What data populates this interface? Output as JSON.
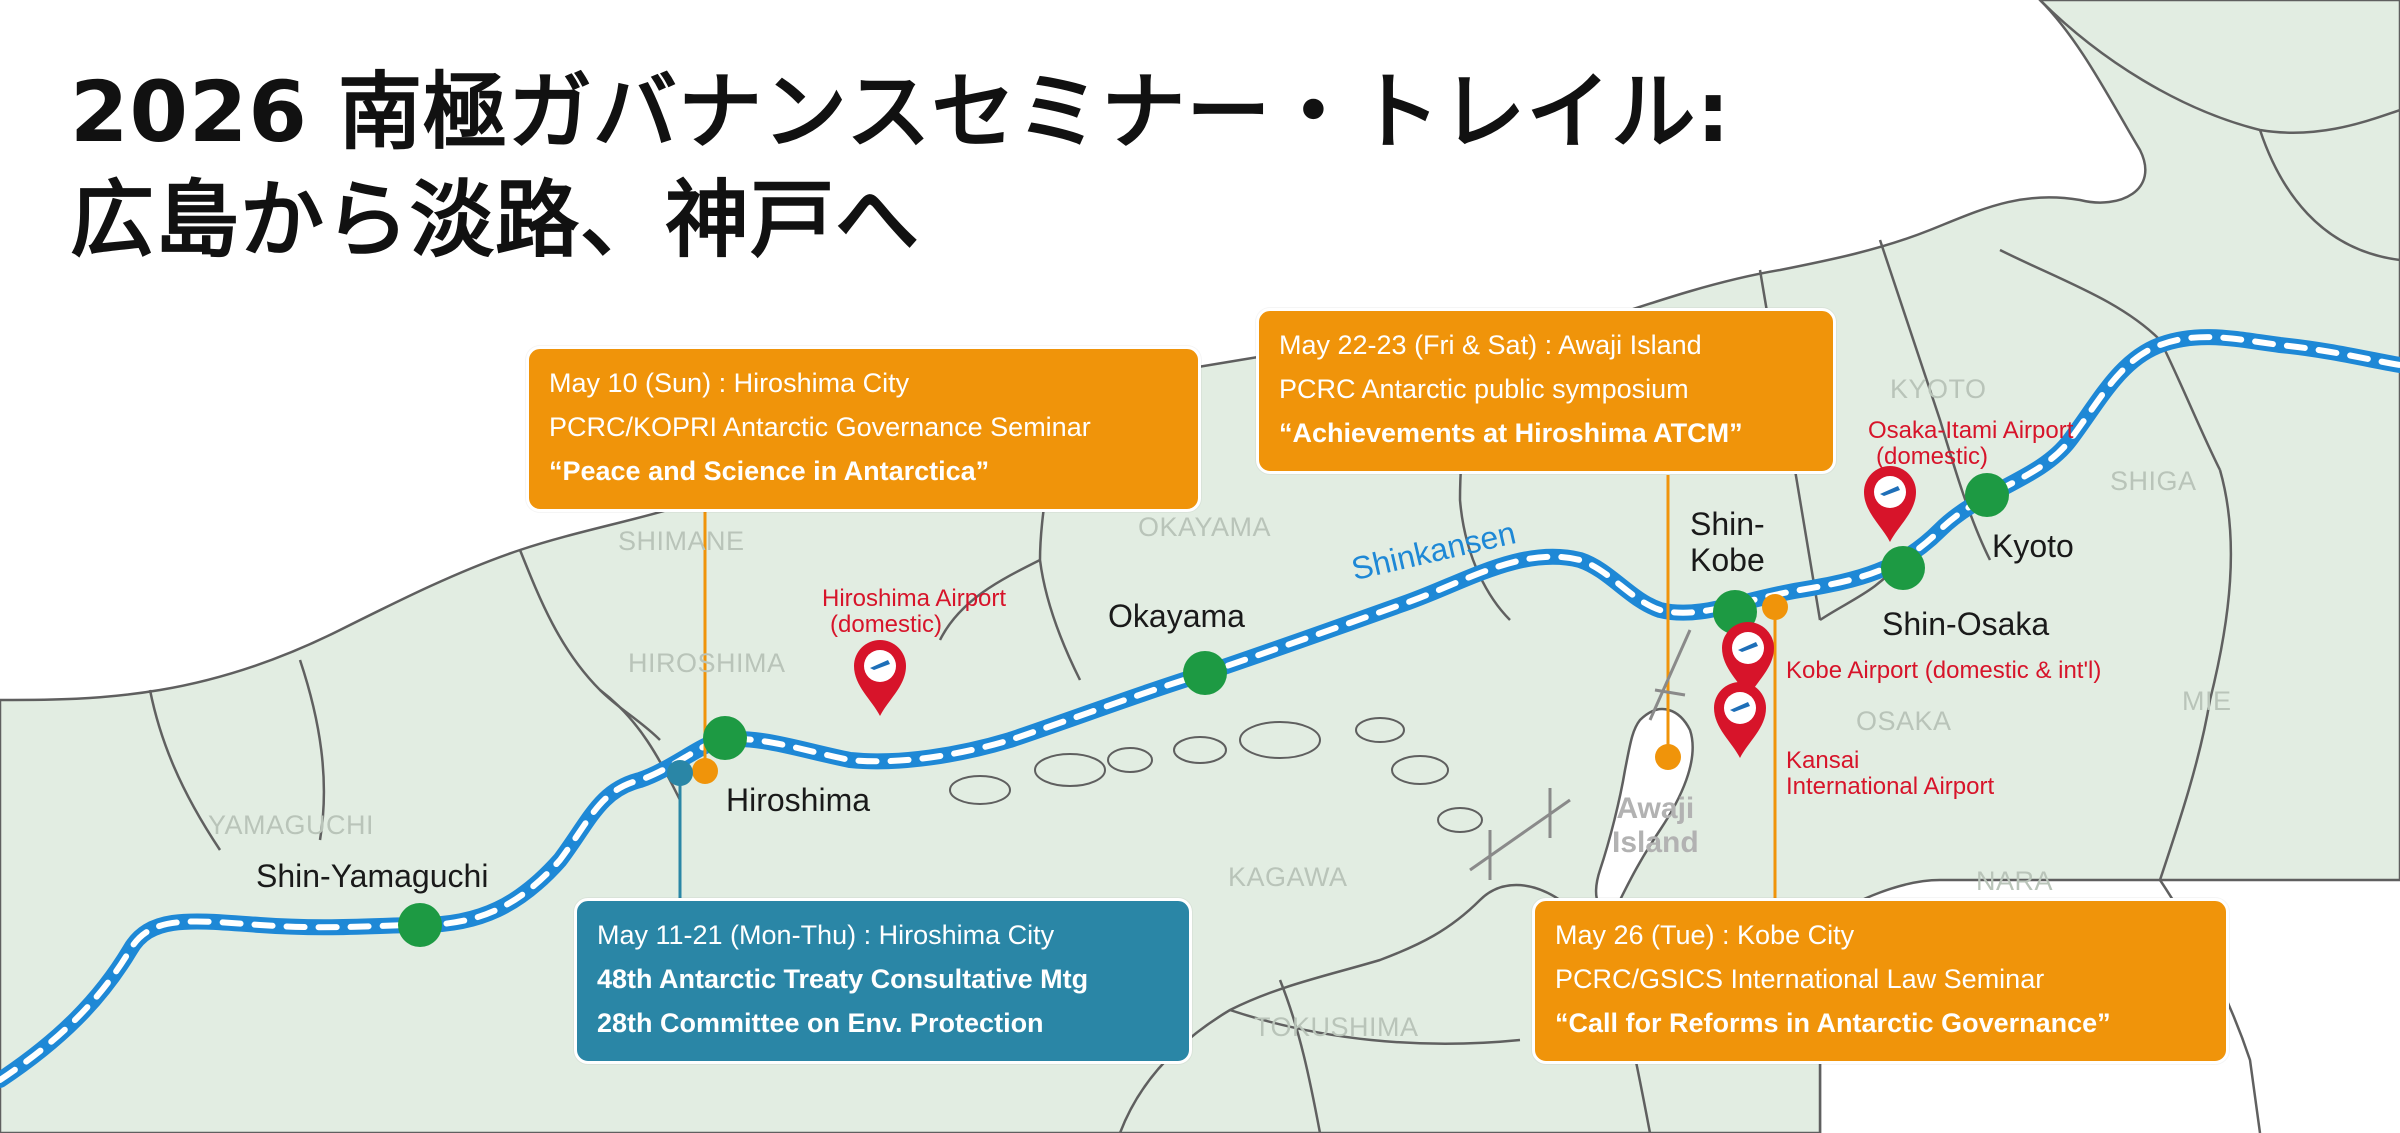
{
  "title": {
    "line1": "2026 南極ガバナンスセミナー・トレイル:",
    "line2": "広島から淡路、神戸へ"
  },
  "regions": {
    "shimane": "SHIMANE",
    "okayama": "OKAYAMA",
    "hiroshima": "HIROSHIMA",
    "yamaguchi": "YAMAGUCHI",
    "kagawa": "KAGAWA",
    "tokushima": "TOKUSHIMA",
    "kyoto": "KYOTO",
    "shiga": "SHIGA",
    "osaka": "OSAKA",
    "mie": "MIE",
    "nara": "NARA"
  },
  "shinkansen_label": "Shinkansen",
  "stations": {
    "shin_yamaguchi": "Shin-Yamaguchi",
    "hiroshima": "Hiroshima",
    "okayama": "Okayama",
    "shin_kobe_1": "Shin-",
    "shin_kobe_2": "Kobe",
    "shin_osaka": "Shin-Osaka",
    "kyoto": "Kyoto"
  },
  "airports": {
    "hiroshima_1": "Hiroshima Airport",
    "hiroshima_2": "(domestic)",
    "itami_1": "Osaka-Itami Airport",
    "itami_2": "(domestic)",
    "kobe": "Kobe Airport (domestic & int'l)",
    "kansai_1": "Kansai",
    "kansai_2": "International Airport"
  },
  "awaji": {
    "line1": "Awaji",
    "line2": "Island"
  },
  "events": {
    "may10": {
      "date": "May 10 (Sun) : Hiroshima City",
      "org": "PCRC/KOPRI Antarctic Governance Seminar",
      "title": "“Peace and Science in Antarctica”"
    },
    "may22": {
      "date": "May 22-23 (Fri & Sat) : Awaji Island",
      "org": "PCRC Antarctic public symposium",
      "title": "“Achievements at Hiroshima ATCM”"
    },
    "may11": {
      "date": "May 11-21 (Mon-Thu) : Hiroshima City",
      "line2": "48th Antarctic Treaty Consultative Mtg",
      "line3": "28th Committee on Env. Protection"
    },
    "may26": {
      "date": "May 26 (Tue) : Kobe City",
      "org": "PCRC/GSICS International Law Seminar",
      "title": "“Call for Reforms in Antarctic Governance”"
    }
  },
  "colors": {
    "land": "#e2ede2",
    "border": "#606060",
    "rail": "#1e88d6",
    "station": "#1d9a43",
    "event_orange": "#f0940a",
    "event_blue": "#2a86a6",
    "airport_pin": "#d7142a",
    "title": "#111111"
  }
}
